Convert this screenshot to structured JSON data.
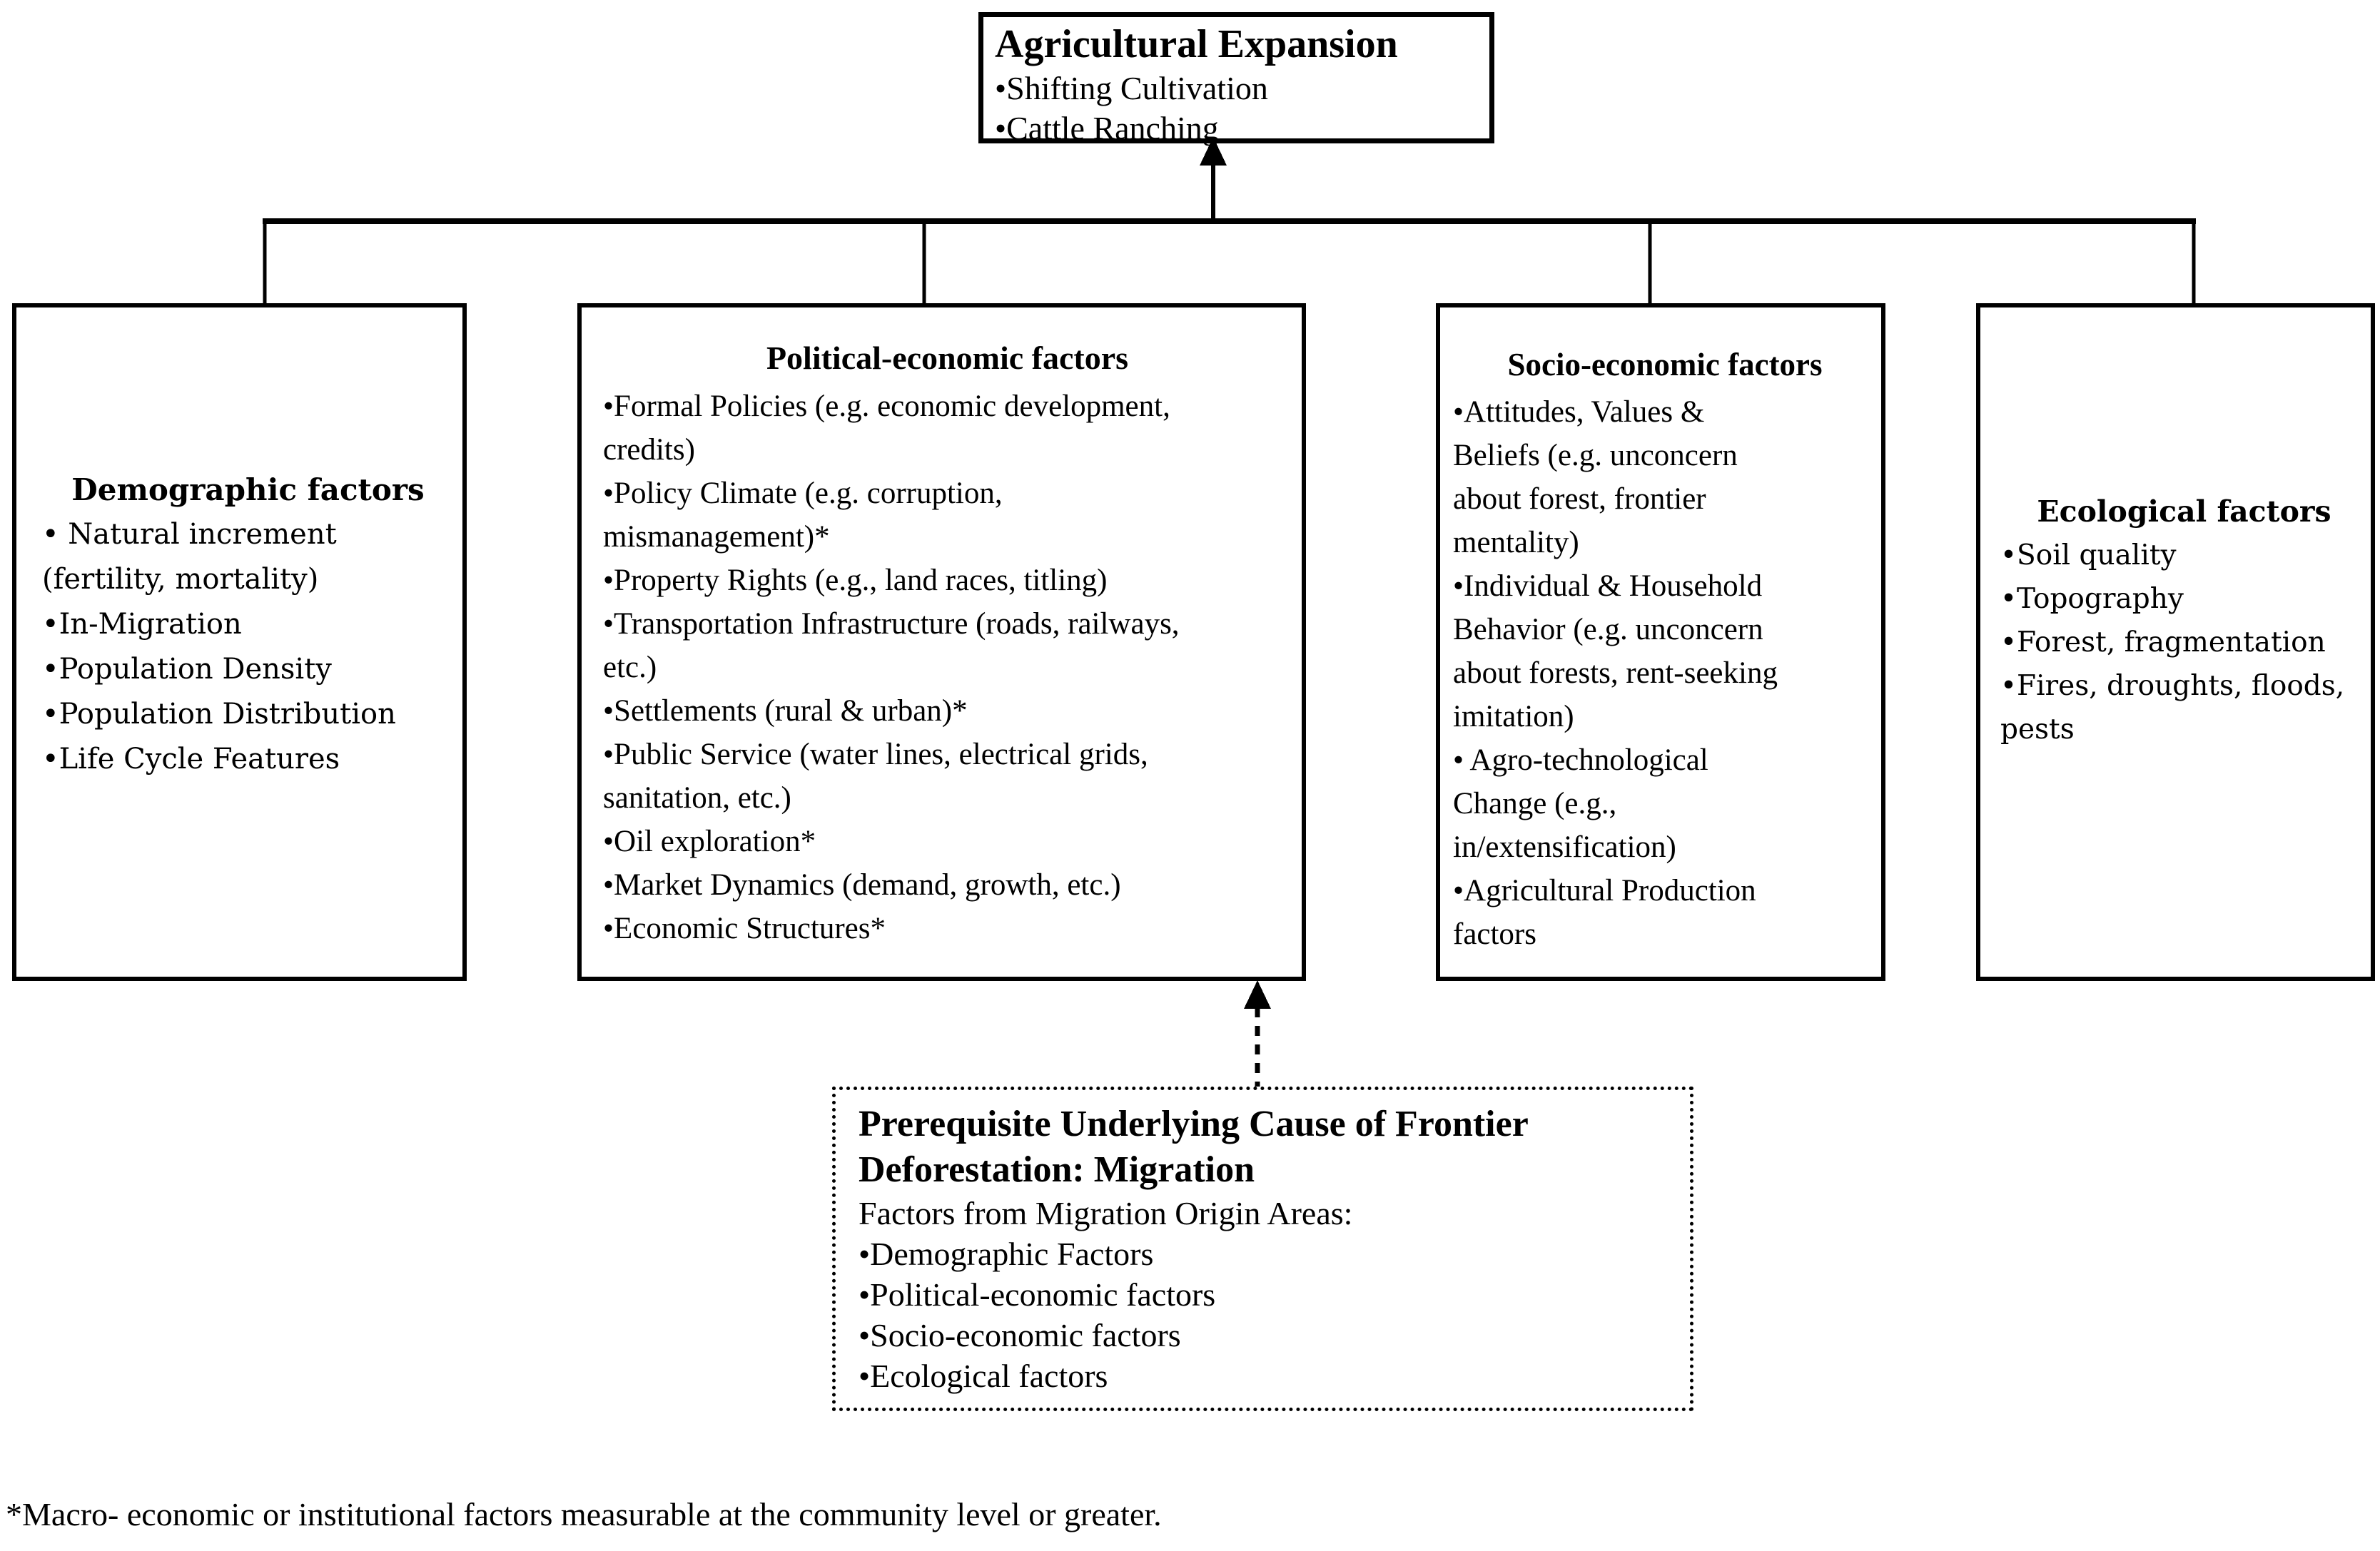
{
  "diagram": {
    "top_box": {
      "title": "Agricultural Expansion",
      "lines": [
        "•Shifting Cultivation",
        "•Cattle Ranching"
      ]
    },
    "factor_boxes": [
      {
        "id": "demographic",
        "title": "Demographic factors",
        "lines": [
          "• Natural increment",
          "(fertility, mortality)",
          "•In-Migration",
          "•Population Density",
          "•Population Distribution",
          "•Life Cycle Features"
        ]
      },
      {
        "id": "political-economic",
        "title": "Political-economic factors",
        "lines": [
          "•Formal Policies (e.g. economic development,",
          "credits)",
          "•Policy Climate (e.g. corruption,",
          "mismanagement)*",
          "•Property Rights (e.g., land races, titling)",
          "•Transportation Infrastructure (roads, railways,",
          "etc.)",
          "•Settlements (rural & urban)*",
          "•Public Service (water lines, electrical grids,",
          "sanitation, etc.)",
          "•Oil exploration*",
          "•Market Dynamics (demand, growth, etc.)",
          "•Economic Structures*"
        ]
      },
      {
        "id": "socio-economic",
        "title": "Socio-economic factors",
        "lines": [
          "•Attitudes, Values &",
          "Beliefs (e.g. unconcern",
          "about forest, frontier",
          "mentality)",
          "•Individual & Household",
          "Behavior (e.g. unconcern",
          "about forests, rent-seeking",
          "imitation)",
          "• Agro-technological",
          "Change (e.g.,",
          "in/extensification)",
          "•Agricultural Production",
          "factors"
        ]
      },
      {
        "id": "ecological",
        "title": "Ecological factors",
        "lines": [
          "•Soil quality",
          "•Topography",
          "•Forest, fragmentation",
          "•Fires, droughts, floods,",
          "pests"
        ]
      }
    ],
    "prerequisite_box": {
      "title_line1": "Prerequisite Underlying Cause of Frontier",
      "title_line2": "Deforestation: Migration",
      "subtitle": "Factors from Migration Origin Areas:",
      "lines": [
        "•Demographic Factors",
        "•Political-economic factors",
        "•Socio-economic factors",
        "•Ecological factors"
      ]
    },
    "footnote": "*Macro- economic or institutional factors measurable at the community level or greater.",
    "colors": {
      "line": "#000000",
      "background": "#ffffff",
      "text": "#000000"
    }
  }
}
